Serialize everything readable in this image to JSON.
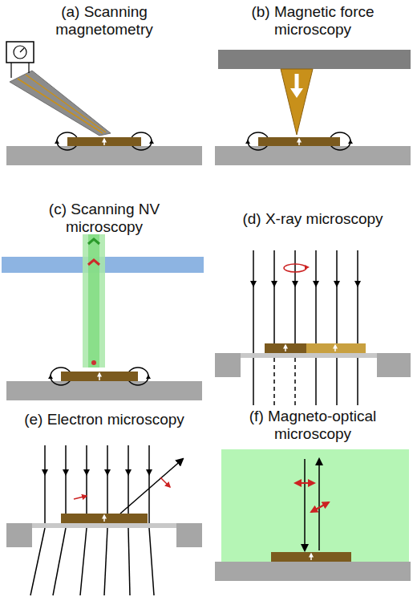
{
  "diagram": {
    "labels": [
      "(a) Scanning magnetometry",
      "(b) Magnetic force microscopy",
      "(c) Scanning NV microscopy",
      "(d) X-ray microscopy",
      "(e) Electron microscopy",
      "(f) Magneto-optical microscopy"
    ]
  }
}
